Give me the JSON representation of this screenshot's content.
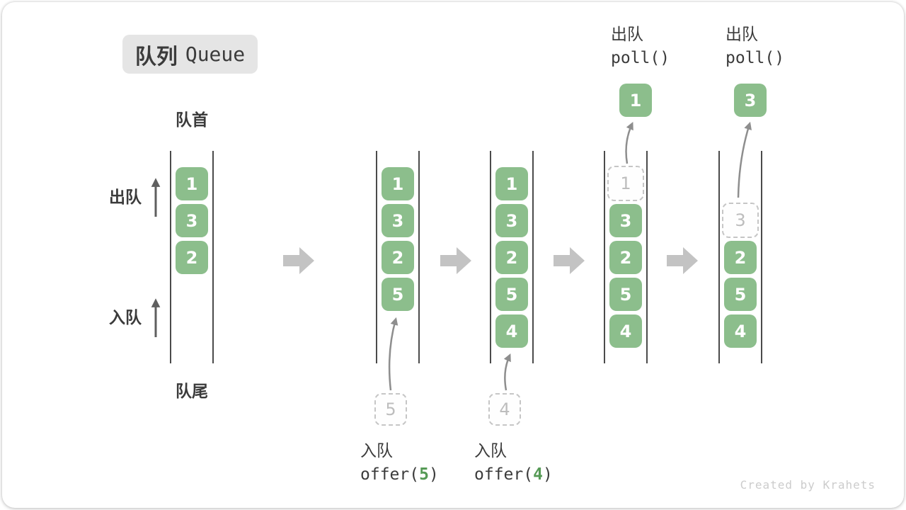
{
  "title": {
    "zh": "队列",
    "en": "Queue"
  },
  "side_labels": {
    "head": "队首",
    "tail": "队尾",
    "dequeue": "出队",
    "enqueue": "入队"
  },
  "watermark": "Created by Krahets",
  "colors": {
    "block_green": "#8cbe8c",
    "code_accent_green": "#569a56",
    "badge_bg": "#e5e5e5",
    "text_dark": "#3b3b3b",
    "wall_line": "#4b4b4b",
    "ghost_border": "#c6c6c6",
    "ghost_text": "#bdbdbd",
    "state_transition_arrow": "#c3c3c3",
    "flow_arrow": "#8e8e8e",
    "side_arrow": "#5f5f5f",
    "watermark_gray": "#cccccc",
    "block_text": "#ffffff"
  },
  "states": [
    {
      "blocks": [
        {
          "row": 0,
          "v": "1"
        },
        {
          "row": 1,
          "v": "3"
        },
        {
          "row": 2,
          "v": "2"
        }
      ]
    },
    {
      "blocks": [
        {
          "row": 0,
          "v": "1"
        },
        {
          "row": 1,
          "v": "3"
        },
        {
          "row": 2,
          "v": "2"
        },
        {
          "row": 3,
          "v": "5"
        }
      ],
      "op": {
        "kind": "enqueue",
        "label": "入队",
        "code_pre": "offer(",
        "arg": "5",
        "code_post": ")",
        "ghost": "5"
      }
    },
    {
      "blocks": [
        {
          "row": 0,
          "v": "1"
        },
        {
          "row": 1,
          "v": "3"
        },
        {
          "row": 2,
          "v": "2"
        },
        {
          "row": 3,
          "v": "5"
        },
        {
          "row": 4,
          "v": "4"
        }
      ],
      "op": {
        "kind": "enqueue",
        "label": "入队",
        "code_pre": "offer(",
        "arg": "4",
        "code_post": ")",
        "ghost": "4"
      }
    },
    {
      "blocks": [
        {
          "row": 0,
          "v": "1",
          "ghost": true
        },
        {
          "row": 1,
          "v": "3"
        },
        {
          "row": 2,
          "v": "2"
        },
        {
          "row": 3,
          "v": "5"
        },
        {
          "row": 4,
          "v": "4"
        }
      ],
      "op": {
        "kind": "dequeue",
        "label": "出队",
        "code": "poll()",
        "result": "1"
      }
    },
    {
      "blocks": [
        {
          "row": 1,
          "v": "3",
          "ghost": true
        },
        {
          "row": 2,
          "v": "2"
        },
        {
          "row": 3,
          "v": "5"
        },
        {
          "row": 4,
          "v": "4"
        }
      ],
      "op": {
        "kind": "dequeue",
        "label": "出队",
        "code": "poll()",
        "result": "3"
      }
    }
  ]
}
